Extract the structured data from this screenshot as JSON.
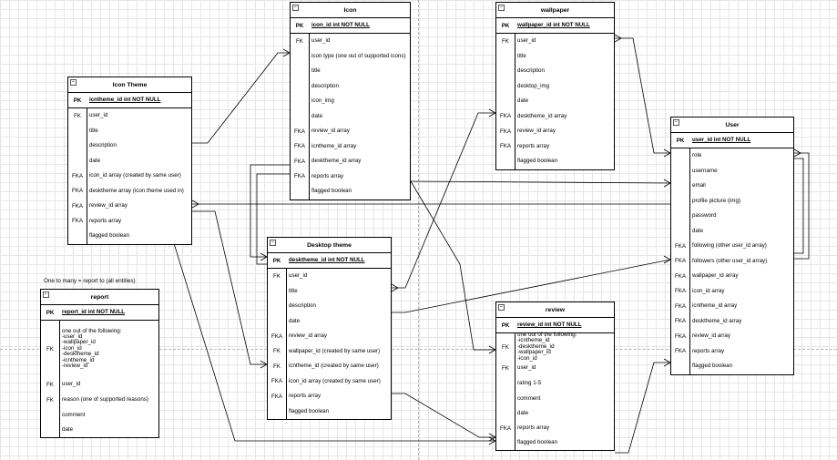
{
  "note": "One to many = report to (all entities)",
  "entities": {
    "icon": {
      "title": "Icon",
      "pk_key": "PK",
      "pk_val": "icon_id int NOT NULL",
      "rows": [
        {
          "k": "FK",
          "v": "user_id"
        },
        {
          "k": "",
          "v": "icon type (one out of supported icons)"
        },
        {
          "k": "",
          "v": "title"
        },
        {
          "k": "",
          "v": "description"
        },
        {
          "k": "",
          "v": "icon_img"
        },
        {
          "k": "",
          "v": "date"
        },
        {
          "k": "FKA",
          "v": "review_id array"
        },
        {
          "k": "FKA",
          "v": "icntheme_id array"
        },
        {
          "k": "FKA",
          "v": "desktheme_id array"
        },
        {
          "k": "FKA",
          "v": "reports array"
        },
        {
          "k": "",
          "v": "flagged boolean"
        }
      ]
    },
    "wallpaper": {
      "title": "wallpaper",
      "pk_key": "PK",
      "pk_val": "wallpaper_id int NOT NULL",
      "rows": [
        {
          "k": "FK",
          "v": "user_id"
        },
        {
          "k": "",
          "v": "title"
        },
        {
          "k": "",
          "v": "description"
        },
        {
          "k": "",
          "v": "desktop_img"
        },
        {
          "k": "",
          "v": "date"
        },
        {
          "k": "FKA",
          "v": "desktheme_id array"
        },
        {
          "k": "FKA",
          "v": "review_id array"
        },
        {
          "k": "FKA",
          "v": "reports array"
        },
        {
          "k": "",
          "v": "flagged boolean"
        }
      ]
    },
    "icon_theme": {
      "title": "Icon Theme",
      "pk_key": "PK",
      "pk_val": "icntheme_id int NOT NULL",
      "rows": [
        {
          "k": "FK",
          "v": "user_id"
        },
        {
          "k": "",
          "v": "title"
        },
        {
          "k": "",
          "v": "description"
        },
        {
          "k": "",
          "v": "date"
        },
        {
          "k": "FKA",
          "v": "icon_id array (created by same user)"
        },
        {
          "k": "FKA",
          "v": "desktheme array (icon theme used in)"
        },
        {
          "k": "FKA",
          "v": "review_id array"
        },
        {
          "k": "FKA",
          "v": "reports array"
        },
        {
          "k": "",
          "v": "flagged boolean"
        }
      ]
    },
    "user": {
      "title": "User",
      "pk_key": "PK",
      "pk_val": "user_id int NOT NULL",
      "rows": [
        {
          "k": "",
          "v": "role"
        },
        {
          "k": "",
          "v": "username"
        },
        {
          "k": "",
          "v": "email"
        },
        {
          "k": "",
          "v": "profile picture (img)"
        },
        {
          "k": "",
          "v": "password"
        },
        {
          "k": "",
          "v": "date"
        },
        {
          "k": "FKA",
          "v": "following (other user_id array)"
        },
        {
          "k": "FKA",
          "v": "followers (other user_id array)"
        },
        {
          "k": "FKA",
          "v": "wallpaper_id array"
        },
        {
          "k": "FKA",
          "v": "icon_id array"
        },
        {
          "k": "FKA",
          "v": "icntheme_id array"
        },
        {
          "k": "FKA",
          "v": "desktheme_id array"
        },
        {
          "k": "FKA",
          "v": "review_id array"
        },
        {
          "k": "FKA",
          "v": "reports array"
        },
        {
          "k": "",
          "v": "flagged boolean"
        }
      ]
    },
    "desktop_theme": {
      "title": "Desktop theme",
      "pk_key": "PK",
      "pk_val": "desktheme_id int NOT NULL",
      "rows": [
        {
          "k": "FK",
          "v": "user_id"
        },
        {
          "k": "",
          "v": "title"
        },
        {
          "k": "",
          "v": "description"
        },
        {
          "k": "",
          "v": "date"
        },
        {
          "k": "FKA",
          "v": "review_id array"
        },
        {
          "k": "FK",
          "v": "wallpaper_id (created by same user)"
        },
        {
          "k": "FK",
          "v": "icntheme_id (created by same user)"
        },
        {
          "k": "FKA",
          "v": "icon_id array (created by same user)"
        },
        {
          "k": "FKA",
          "v": "reports array"
        },
        {
          "k": "",
          "v": "flagged boolean"
        }
      ]
    },
    "report": {
      "title": "report",
      "pk_key": "PK",
      "pk_val": "report_id int NOT NULL",
      "rows": [
        {
          "k": "FK",
          "v": "one out of the following:\n-user_id\n-wallpaper_id\n-icon_id\n-desktheme_id\n-icntheme_id\n-review_id"
        },
        {
          "k": "FK",
          "v": "user_id"
        },
        {
          "k": "FK",
          "v": "reason (one of supported reasons)"
        },
        {
          "k": "",
          "v": "comment"
        },
        {
          "k": "",
          "v": "date"
        }
      ]
    },
    "review": {
      "title": "review",
      "pk_key": "PK",
      "pk_val": "review_id int NOT NULL",
      "rows": [
        {
          "k": "FK",
          "v": "one out of the following:\n-icntheme_id\n-desktheme_id\n-wallpaper_id\n-icon_id"
        },
        {
          "k": "FK",
          "v": "user_id"
        },
        {
          "k": "",
          "v": "rating 1-5"
        },
        {
          "k": "",
          "v": "comment"
        },
        {
          "k": "",
          "v": "date"
        },
        {
          "k": "FKA",
          "v": "reports array"
        },
        {
          "k": "",
          "v": "flagged boolean"
        }
      ]
    }
  }
}
